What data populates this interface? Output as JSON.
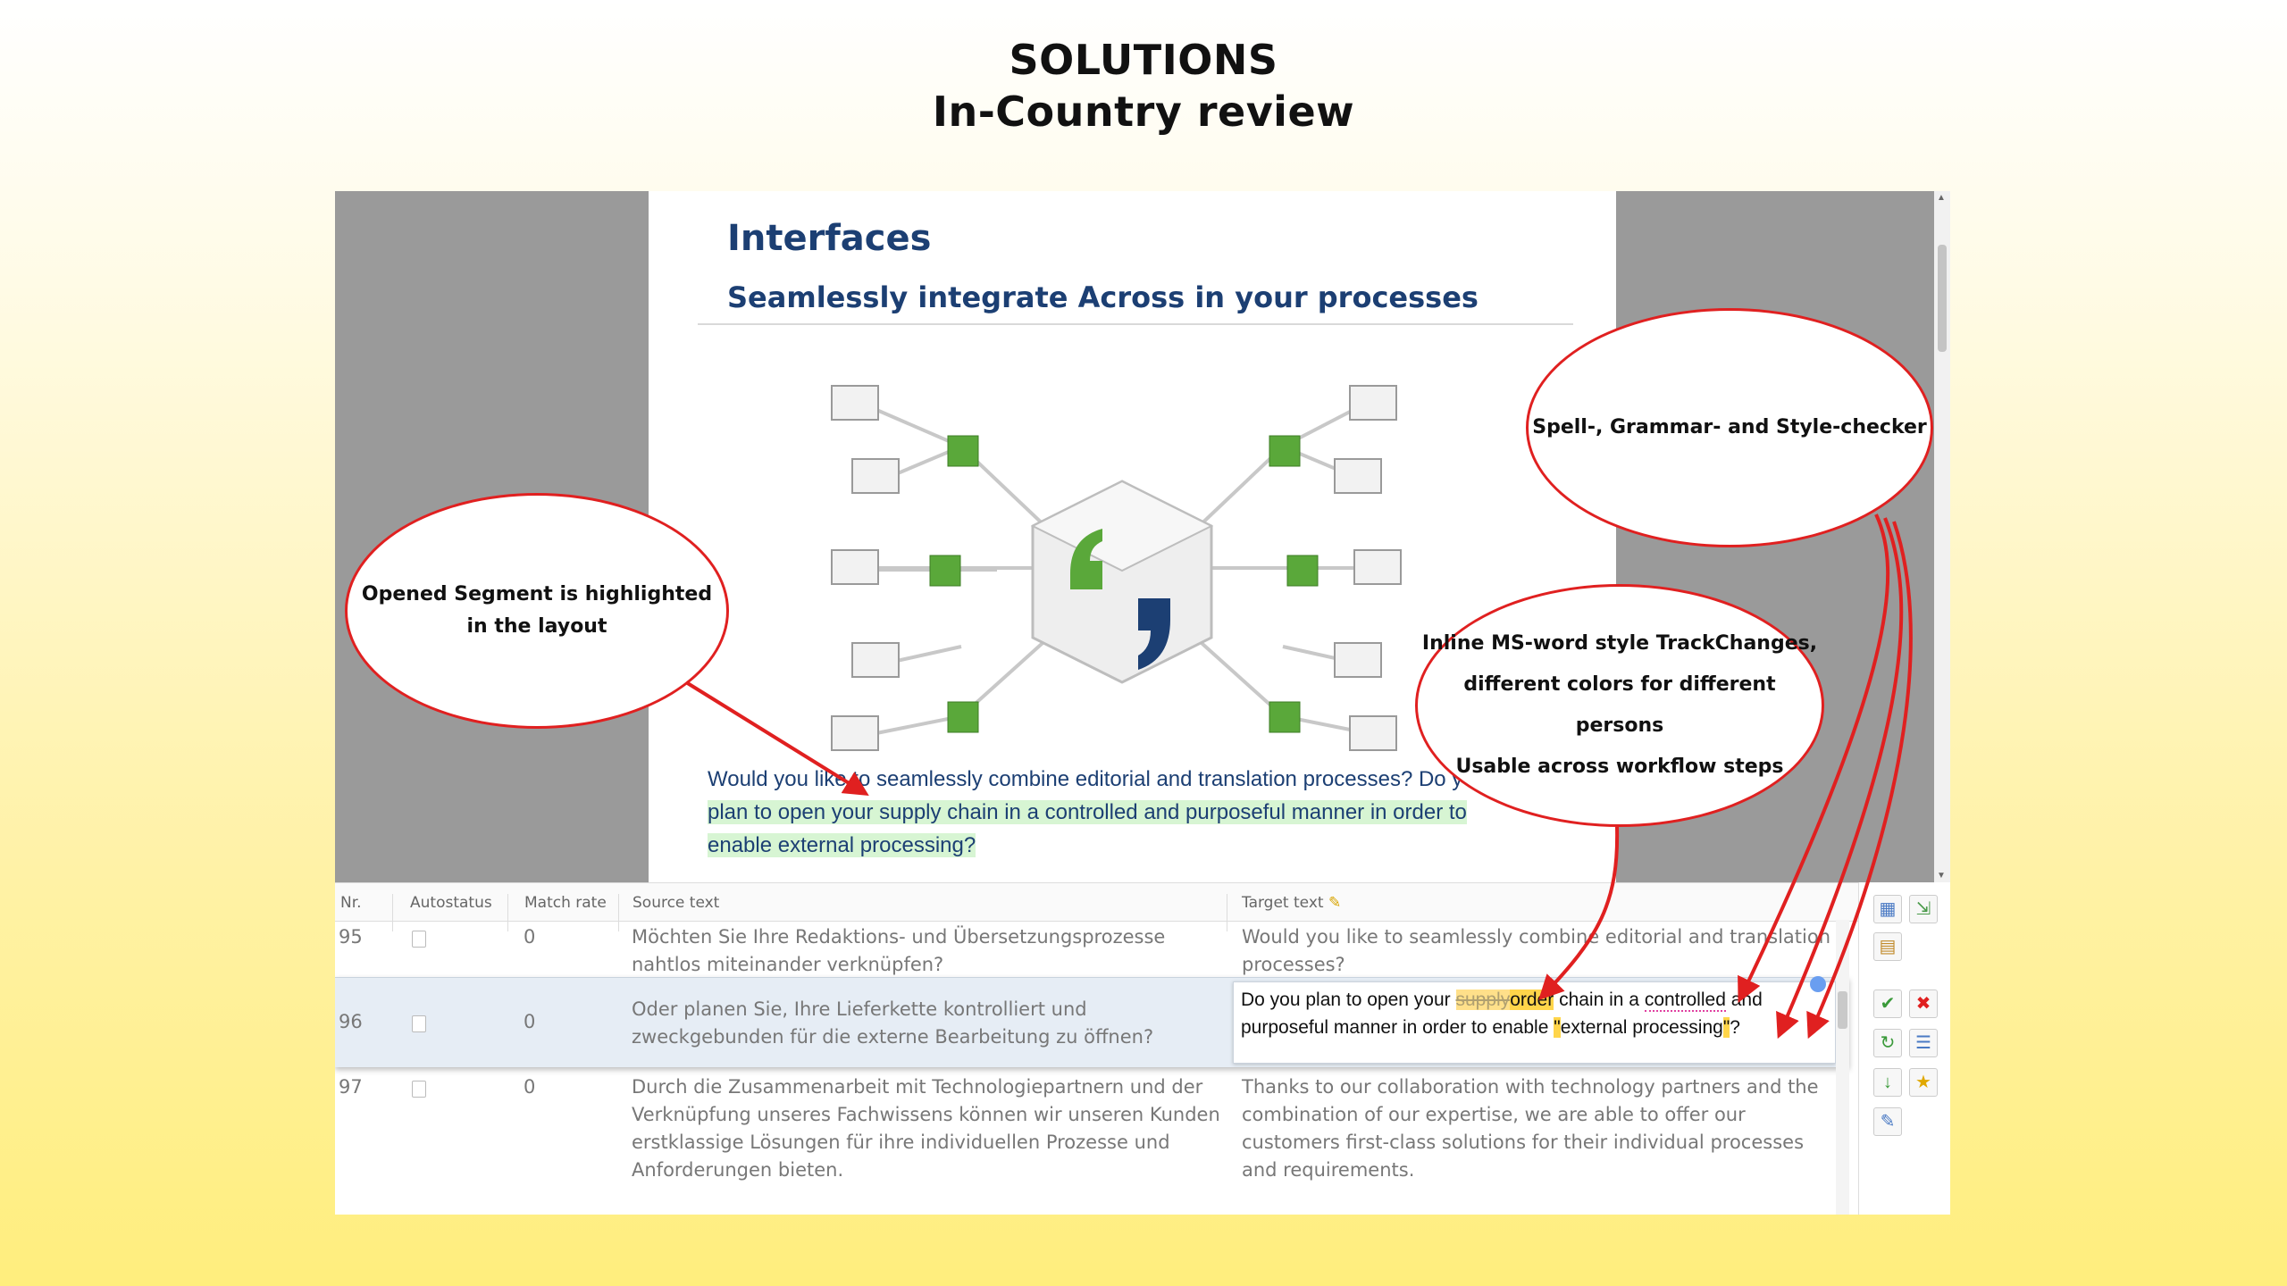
{
  "slide": {
    "title_line1": "SOLUTIONS",
    "title_line2": "In-Country review"
  },
  "preview": {
    "heading": "Interfaces",
    "subheading": "Seamlessly integrate Across in your processes",
    "text_normal": "Would you like to seamlessly combine editorial and translation processes? Do you",
    "text_highlight_1": "plan to open your supply chain in a controlled and purposeful manner in order to",
    "text_highlight_2": "enable external processing?"
  },
  "grid": {
    "columns": [
      "Nr.",
      "Autostatus",
      "Match rate",
      "Source text",
      "Target text"
    ],
    "rows": [
      {
        "nr": "95",
        "match": "0",
        "source": [
          "Möchten Sie Ihre Redaktions- und Übersetzungsprozesse",
          "nahtlos miteinander verknüpfen?"
        ],
        "target": [
          "Would you like to seamlessly combine editorial and translation",
          "processes?"
        ]
      },
      {
        "nr": "96",
        "match": "0",
        "source": [
          "Oder planen Sie, Ihre Lieferkette kontrolliert und",
          "zweckgebunden für die externe Bearbeitung zu öffnen?"
        ]
      },
      {
        "nr": "97",
        "match": "0",
        "source": [
          "Durch die Zusammenarbeit mit Technologiepartnern und der",
          "Verknüpfung unseres Fachwissens können wir unseren Kunden",
          "erstklassige Lösungen für ihre individuellen Prozesse und",
          "Anforderungen bieten."
        ],
        "target": [
          "Thanks to our collaboration with technology partners and the",
          "combination of our expertise, we are able to offer our",
          "customers first-class solutions for their individual processes",
          "and requirements."
        ]
      }
    ],
    "edit": {
      "p1": "Do you plan to open your ",
      "deleted": "supply",
      "inserted": "order",
      "p2": " chain in a ",
      "spell": "controlled",
      "p3": " and",
      "p4": "purposeful manner in order to enable ",
      "q1": "\"",
      "p5": "external processing",
      "q2": "\"",
      "p6": "?"
    }
  },
  "callouts": {
    "segment": [
      "Opened Segment is highlighted",
      "in the layout"
    ],
    "checker": "Spell-, Grammar- and Style-checker",
    "trackchanges": [
      "Inline MS-word style TrackChanges,",
      "different colors for different persons",
      "Usable across workflow steps"
    ]
  },
  "colors": {
    "accent_red": "#e02020",
    "brand_blue": "#1c3f73",
    "node_green": "#5aa83a",
    "segment_highlight": "#d7f5d3"
  },
  "icons": [
    "grid-view-icon",
    "export-icon",
    "paste-icon",
    "check-icon",
    "close-icon",
    "redo-icon",
    "list-icon",
    "down-arrow-icon",
    "star-icon",
    "edit-check-icon",
    "pencil-icon"
  ]
}
